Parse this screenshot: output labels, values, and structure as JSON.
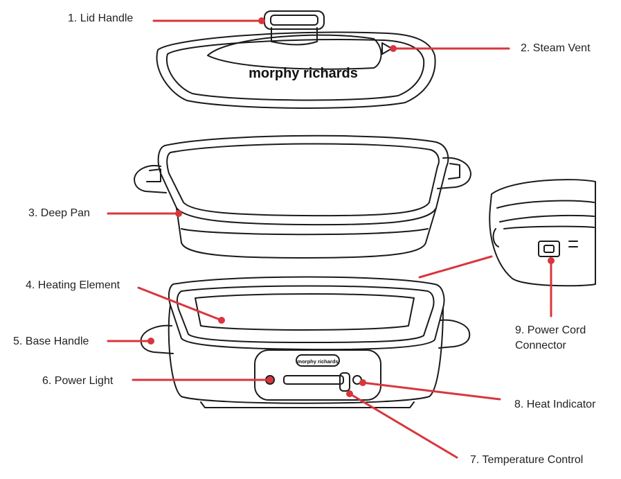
{
  "brand": {
    "text": "morphy richards"
  },
  "colors": {
    "leader": "#d8363c",
    "outline": "#1a1a1a",
    "background": "#ffffff"
  },
  "callouts": [
    {
      "id": "lid-handle",
      "label": "1. Lid Handle"
    },
    {
      "id": "steam-vent",
      "label": "2. Steam Vent"
    },
    {
      "id": "deep-pan",
      "label": "3. Deep Pan"
    },
    {
      "id": "heating-element",
      "label": "4. Heating Element"
    },
    {
      "id": "base-handle",
      "label": "5. Base Handle"
    },
    {
      "id": "power-light",
      "label": "6. Power Light"
    },
    {
      "id": "temperature-control",
      "label": "7. Temperature Control"
    },
    {
      "id": "heat-indicator",
      "label": "8. Heat Indicator"
    },
    {
      "id": "power-cord-connector",
      "label": "9. Power Cord\nConnector"
    }
  ]
}
